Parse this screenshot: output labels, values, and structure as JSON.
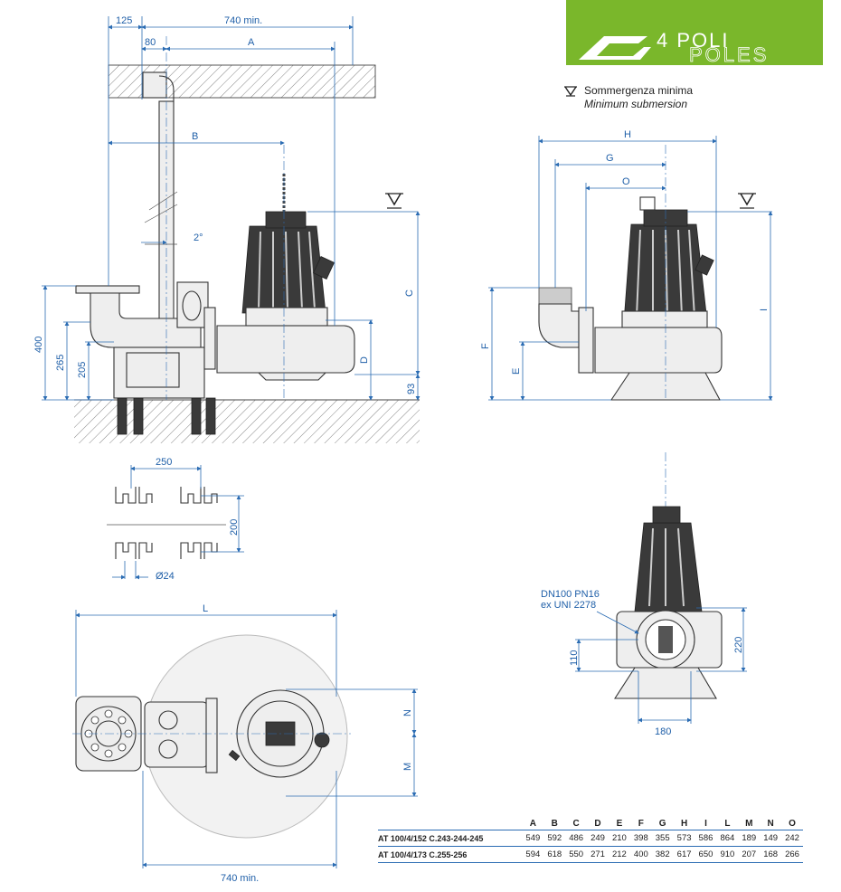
{
  "logo": {
    "line1": "4 POLI",
    "line2": "POLES",
    "bg_color": "#7ab72b"
  },
  "legend": {
    "icon": "submersion-level-icon",
    "it": "Sommergenza minima",
    "en": "Minimum submersion"
  },
  "side_view": {
    "dim_125": "125",
    "dim_740_top": "740 min.",
    "dim_80": "80",
    "dim_A": "A",
    "dim_B": "B",
    "angle": "2°",
    "dim_C": "C",
    "dim_D": "D",
    "dim_400": "400",
    "dim_265": "265",
    "dim_205": "205",
    "dim_93": "93"
  },
  "front_view": {
    "dim_H": "H",
    "dim_G": "G",
    "dim_O": "O",
    "dim_I": "I",
    "dim_F": "F",
    "dim_E": "E"
  },
  "anchor_detail": {
    "dim_250": "250",
    "dim_200": "200",
    "dim_d24": "Ø24"
  },
  "plan_view": {
    "dim_L": "L",
    "dim_N": "N",
    "dim_M": "M",
    "dim_740_bottom": "740 min."
  },
  "discharge_view": {
    "flange_line1": "DN100 PN16",
    "flange_line2": "ex UNI 2278",
    "dim_110": "110",
    "dim_220": "220",
    "dim_180": "180"
  },
  "table": {
    "columns": [
      "A",
      "B",
      "C",
      "D",
      "E",
      "F",
      "G",
      "H",
      "I",
      "L",
      "M",
      "N",
      "O"
    ],
    "rows": [
      {
        "model": "AT 100/4/152 C.243-244-245",
        "values": [
          "549",
          "592",
          "486",
          "249",
          "210",
          "398",
          "355",
          "573",
          "586",
          "864",
          "189",
          "149",
          "242"
        ]
      },
      {
        "model": "AT 100/4/173 C.255-256",
        "values": [
          "594",
          "618",
          "550",
          "271",
          "212",
          "400",
          "382",
          "617",
          "650",
          "910",
          "207",
          "168",
          "266"
        ]
      }
    ]
  }
}
